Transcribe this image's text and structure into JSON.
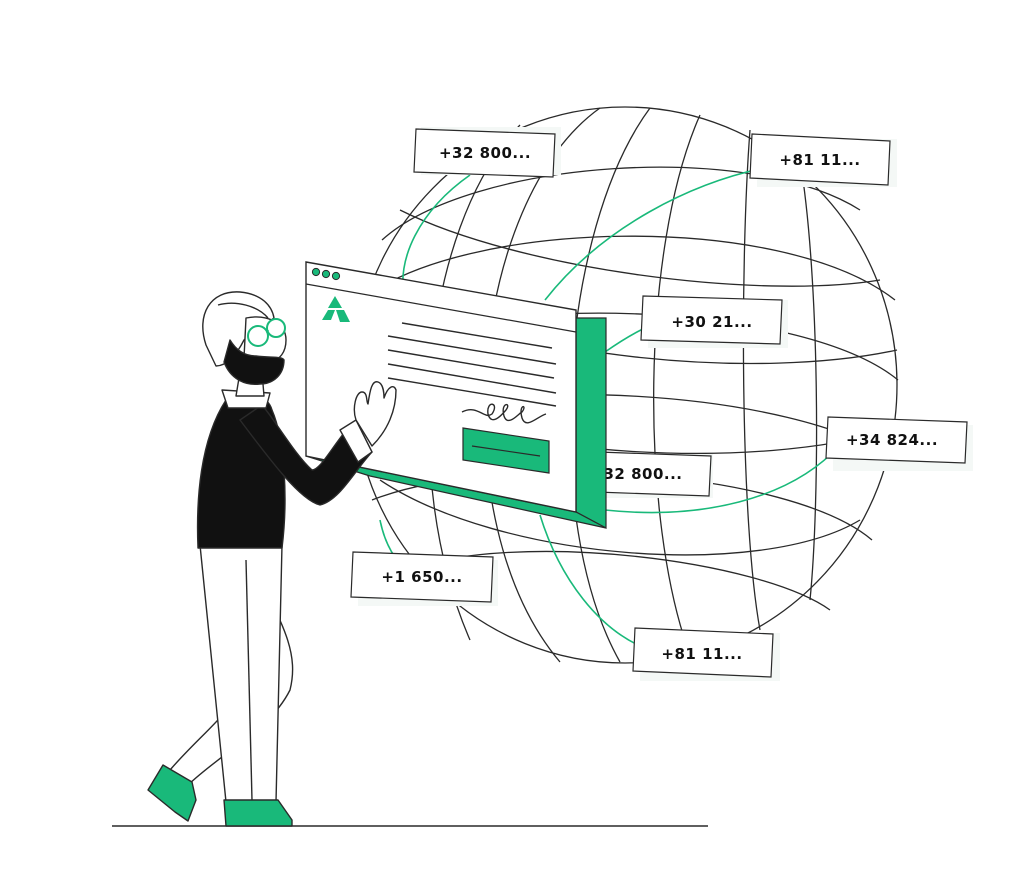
{
  "phone_labels": [
    "+32 800...",
    "+81 11...",
    "+30 21...",
    "+34 824...",
    "32 800...",
    "+1 650...",
    "+81 11..."
  ],
  "colors": {
    "accent": "#19b97a",
    "ink": "#111111",
    "line": "#2a2a2a",
    "label_bg": "#f4f8f6",
    "background": "#ffffff"
  },
  "icons": {
    "logo": "triangle-logo-icon",
    "window_dots": "window-controls-icon",
    "signature": "signature-scribble-icon"
  }
}
